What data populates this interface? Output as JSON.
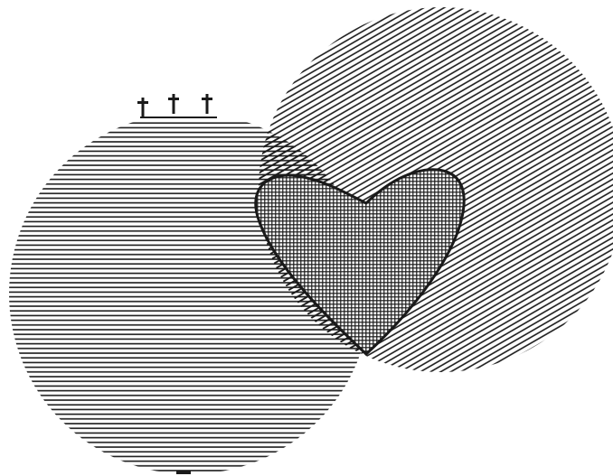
{
  "figure": {
    "background": "#ffffff",
    "ink": "#1a1a1a",
    "shapes": [
      {
        "id": "left-circle",
        "fill_pattern": "horizontal-lines"
      },
      {
        "id": "right-circle",
        "fill_pattern": "diagonal-lines"
      },
      {
        "id": "heart",
        "fill_pattern": "crosshatch"
      }
    ],
    "icons": [
      "cross-icon",
      "cross-icon",
      "cross-icon"
    ]
  }
}
